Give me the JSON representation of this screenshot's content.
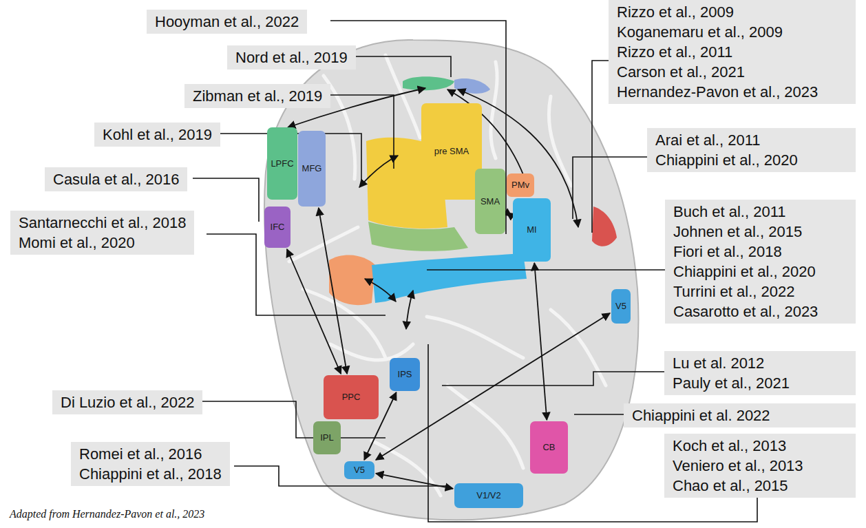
{
  "diagram": {
    "caption": "Adapted from Hernandez-Pavon et al., 2023",
    "nodes": [
      {
        "text": [
          "Hooyman et al., 2022"
        ]
      },
      {
        "text": [
          "Nord et al., 2019"
        ]
      },
      {
        "text": [
          "Zibman et al., 2019"
        ]
      },
      {
        "text": [
          "Kohl et al., 2019"
        ]
      },
      {
        "text": [
          "Casula et al., 2016"
        ]
      },
      {
        "text": [
          "Santarnecchi et al., 2018",
          "Momi et al., 2020"
        ]
      },
      {
        "text": [
          "Di Luzio et al., 2022"
        ]
      },
      {
        "text": [
          "Romei et al., 2016",
          "Chiappini et al., 2018"
        ]
      },
      {
        "text": [
          "Rizzo et al., 2009",
          "Koganemaru et al., 2009",
          "Rizzo et al., 2011",
          "Carson et al., 2021",
          "Hernandez-Pavon et al., 2023"
        ]
      },
      {
        "text": [
          "Arai et al., 2011",
          "Chiappini et al., 2020"
        ]
      },
      {
        "text": [
          "Buch et al., 2011",
          "Johnen et al., 2015",
          "Fiori et al., 2018",
          "Chiappini et al., 2020",
          "Turrini et al., 2022",
          "Casarotto et al., 2023"
        ]
      },
      {
        "text": [
          "Lu et al. 2012",
          "Pauly et al., 2021"
        ]
      },
      {
        "text": [
          "Chiappini et al. 2022"
        ]
      },
      {
        "text": [
          "Koch et al., 2013",
          "Veniero et al., 2013",
          "Chao et al., 2015"
        ]
      },
      {
        "text": [
          "LPFC"
        ]
      },
      {
        "text": [
          "MFG"
        ]
      },
      {
        "text": [
          "IFC"
        ]
      },
      {
        "text": [
          "pre SMA"
        ]
      },
      {
        "text": [
          "SMA"
        ]
      },
      {
        "text": [
          "PMv"
        ]
      },
      {
        "text": [
          "MI"
        ]
      },
      {
        "text": [
          "V5"
        ]
      },
      {
        "text": [
          "PPC"
        ]
      },
      {
        "text": [
          "IPS"
        ]
      },
      {
        "text": [
          "IPL"
        ]
      },
      {
        "text": [
          "V5"
        ]
      },
      {
        "text": [
          "V1/V2"
        ]
      },
      {
        "text": [
          "CB"
        ]
      }
    ],
    "edges": [
      {
        "from": 15,
        "to": 22,
        "arrow": "both"
      },
      {
        "from": 16,
        "to": 22,
        "arrow": "both"
      },
      {
        "from": 18,
        "to": 20,
        "arrow": "both"
      },
      {
        "from": 25,
        "to": 26,
        "arrow": "both"
      },
      {
        "from": 25,
        "to": 23,
        "arrow": "both"
      },
      {
        "from": 25,
        "to": 21,
        "arrow": "both"
      },
      {
        "from": 27,
        "to": 20,
        "arrow": "both"
      }
    ]
  }
}
